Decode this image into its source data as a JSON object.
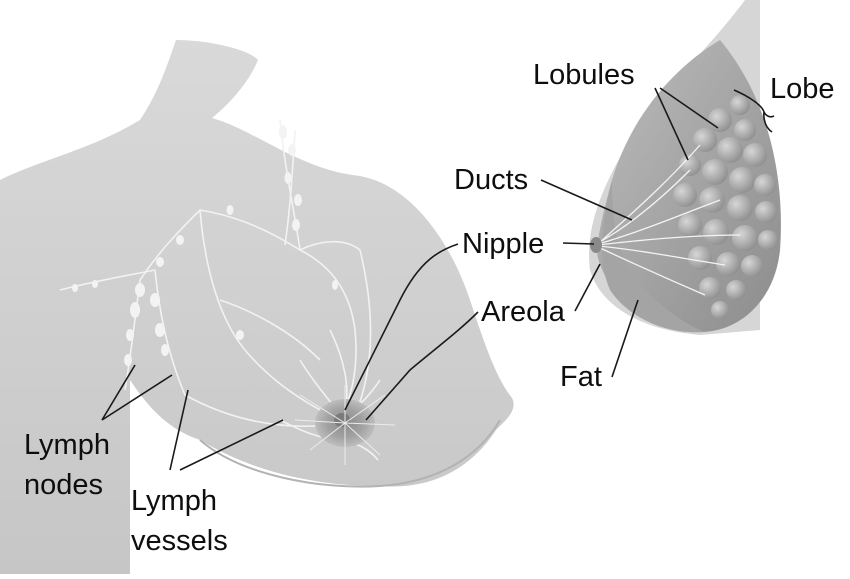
{
  "labels": {
    "lobules": "Lobules",
    "lobe": "Lobe",
    "ducts": "Ducts",
    "nipple": "Nipple",
    "areola": "Areola",
    "fat": "Fat",
    "lymph_nodes_line1": "Lymph",
    "lymph_nodes_line2": "nodes",
    "lymph_vessels_line1": "Lymph",
    "lymph_vessels_line2": "vessels"
  },
  "colors": {
    "background": "#ffffff",
    "body_tone": "#d2d2d2",
    "tissue_tone": "#8e8e8e",
    "lobule_tone": "#a9a9a9",
    "label_text": "#0e0e0e",
    "leader_line": "#1a1a1a"
  }
}
